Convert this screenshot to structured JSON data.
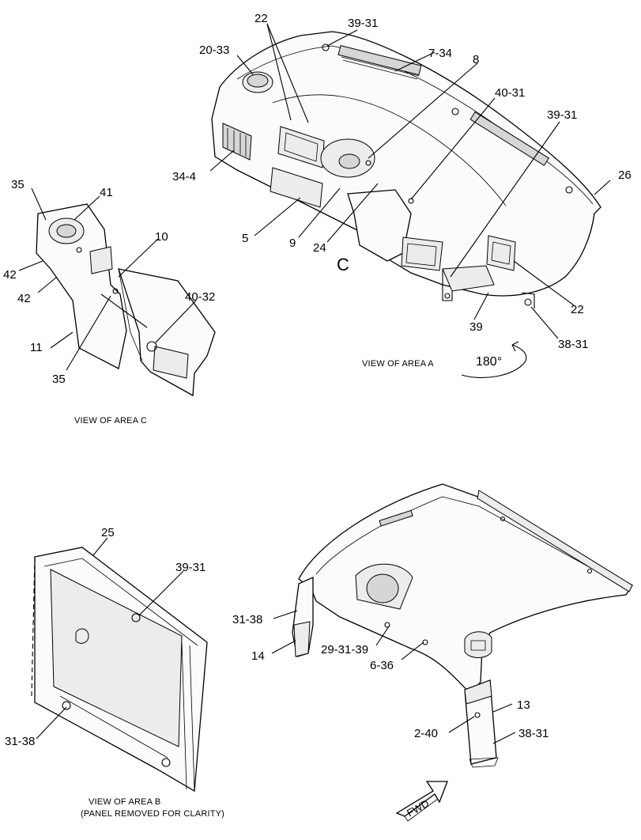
{
  "views": {
    "area_a": {
      "caption": "VIEW OF AREA  A",
      "rotation_label": "180°",
      "section_letter": "C",
      "callouts": [
        "22",
        "39-31",
        "20-33",
        "7-34",
        "8",
        "40-31",
        "39-31",
        "34-4",
        "26",
        "5",
        "9",
        "24",
        "39",
        "22",
        "38-31"
      ]
    },
    "area_c": {
      "caption": "VIEW OF AREA  C",
      "callouts": [
        "35",
        "41",
        "10",
        "42",
        "42",
        "40-32",
        "11",
        "35"
      ]
    },
    "area_b": {
      "caption_line1": "VIEW OF AREA  B",
      "caption_line2": "(PANEL REMOVED FOR CLARITY)",
      "callouts": [
        "25",
        "39-31",
        "31-38"
      ]
    },
    "headliner": {
      "callouts": [
        "31-38",
        "14",
        "29-31-39",
        "6-36",
        "13",
        "2-40",
        "38-31"
      ],
      "direction_label": "FWD"
    }
  }
}
